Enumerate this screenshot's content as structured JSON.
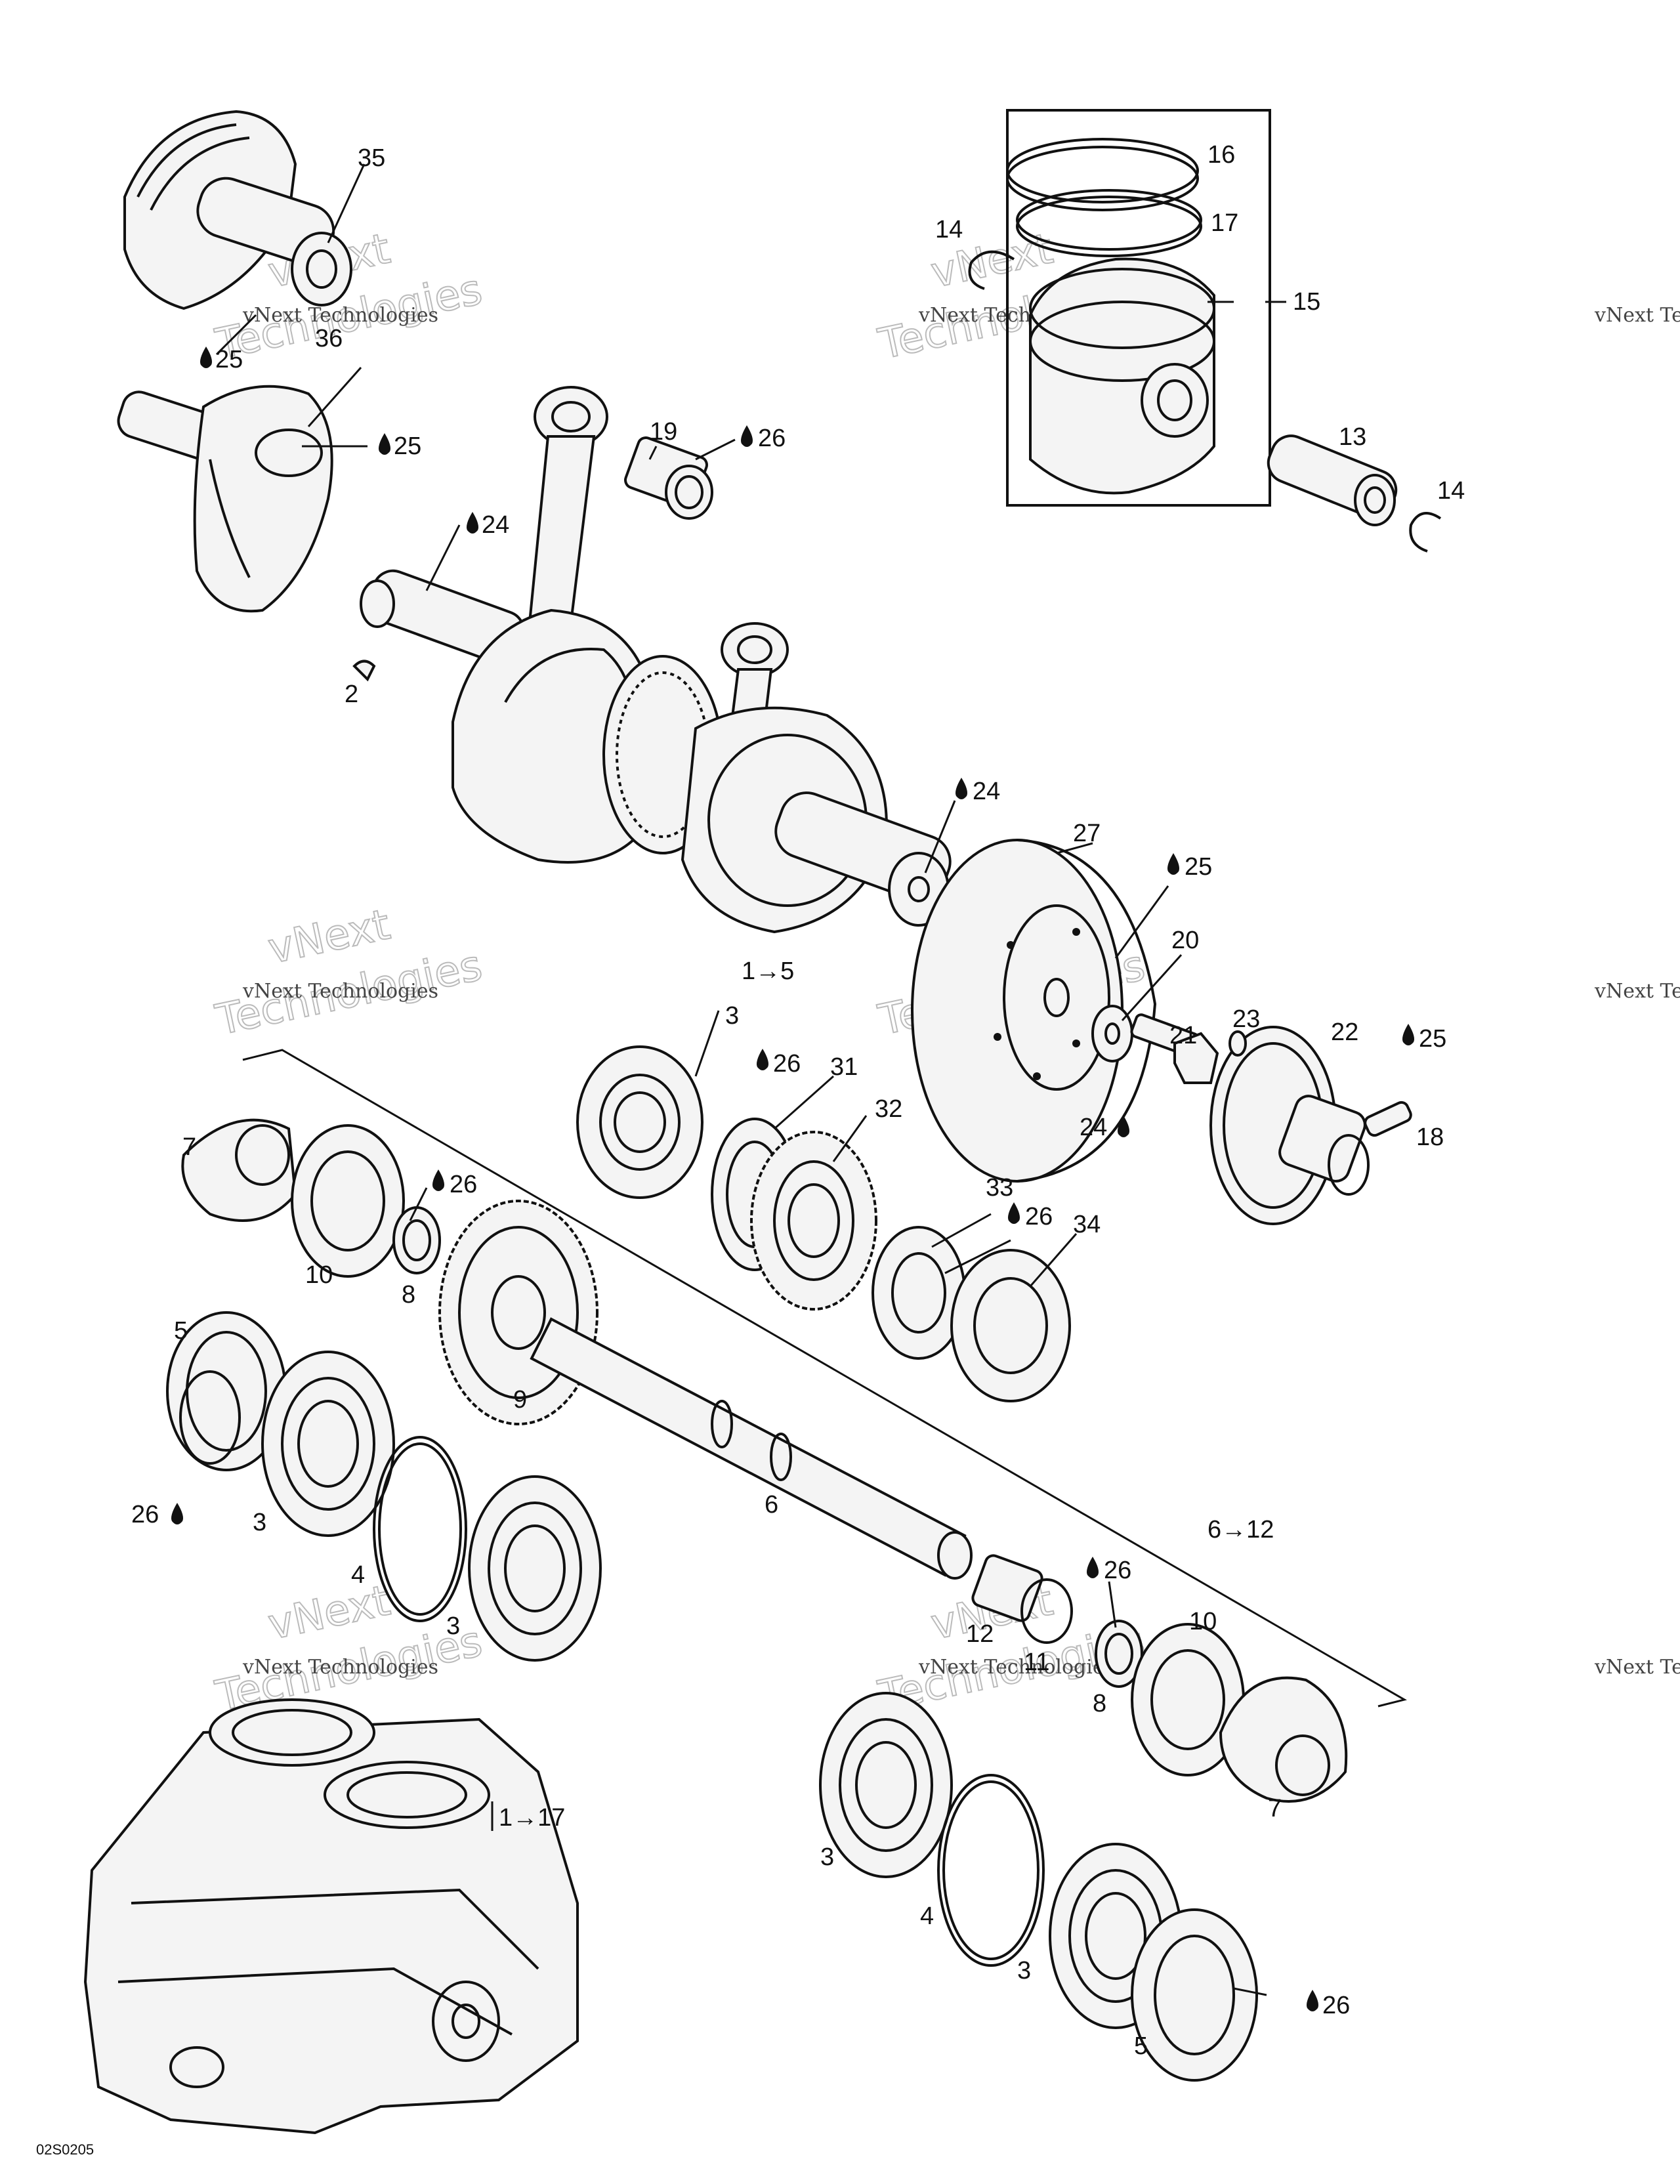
{
  "labels": {
    "l35": "35",
    "l36": "36",
    "l25a": "25",
    "l25b": "25",
    "l24a": "24",
    "l2": "2",
    "l19": "19",
    "l26a": "26",
    "l16": "16",
    "l17": "17",
    "l14a": "14",
    "l15": "15",
    "l13": "13",
    "l14b": "14",
    "l24b": "24",
    "l27": "27",
    "l25c": "25",
    "l20": "20",
    "l1to5": "1→5",
    "l21": "21",
    "l23": "23",
    "l22": "22",
    "l25d": "25",
    "l24c": "24",
    "l18": "18",
    "l3a": "3",
    "l26b": "26",
    "l31": "31",
    "l32": "32",
    "l33": "33",
    "l26c": "26",
    "l34": "34",
    "l7a": "7",
    "l26d": "26",
    "l10a": "10",
    "l8a": "8",
    "l9": "9",
    "l5a": "5",
    "l26e": "26",
    "l3b": "3",
    "l4a": "4",
    "l3c": "3",
    "l6": "6",
    "l6to12": "6→12",
    "l26f": "26",
    "l12": "12",
    "l11": "11",
    "l10b": "10",
    "l8b": "8",
    "l7b": "7",
    "l1to17": "1→17",
    "l3d": "3",
    "l4b": "4",
    "l3e": "3",
    "l26g": "26",
    "l5b": "5"
  },
  "watermark": {
    "line1": "vNext",
    "line2": "vNext Technologies",
    "line3": "Technologies"
  },
  "figure_code": "02S0205",
  "colors": {
    "ink": "#111111",
    "paper": "#ffffff",
    "watermark": "#bbbbbb"
  }
}
